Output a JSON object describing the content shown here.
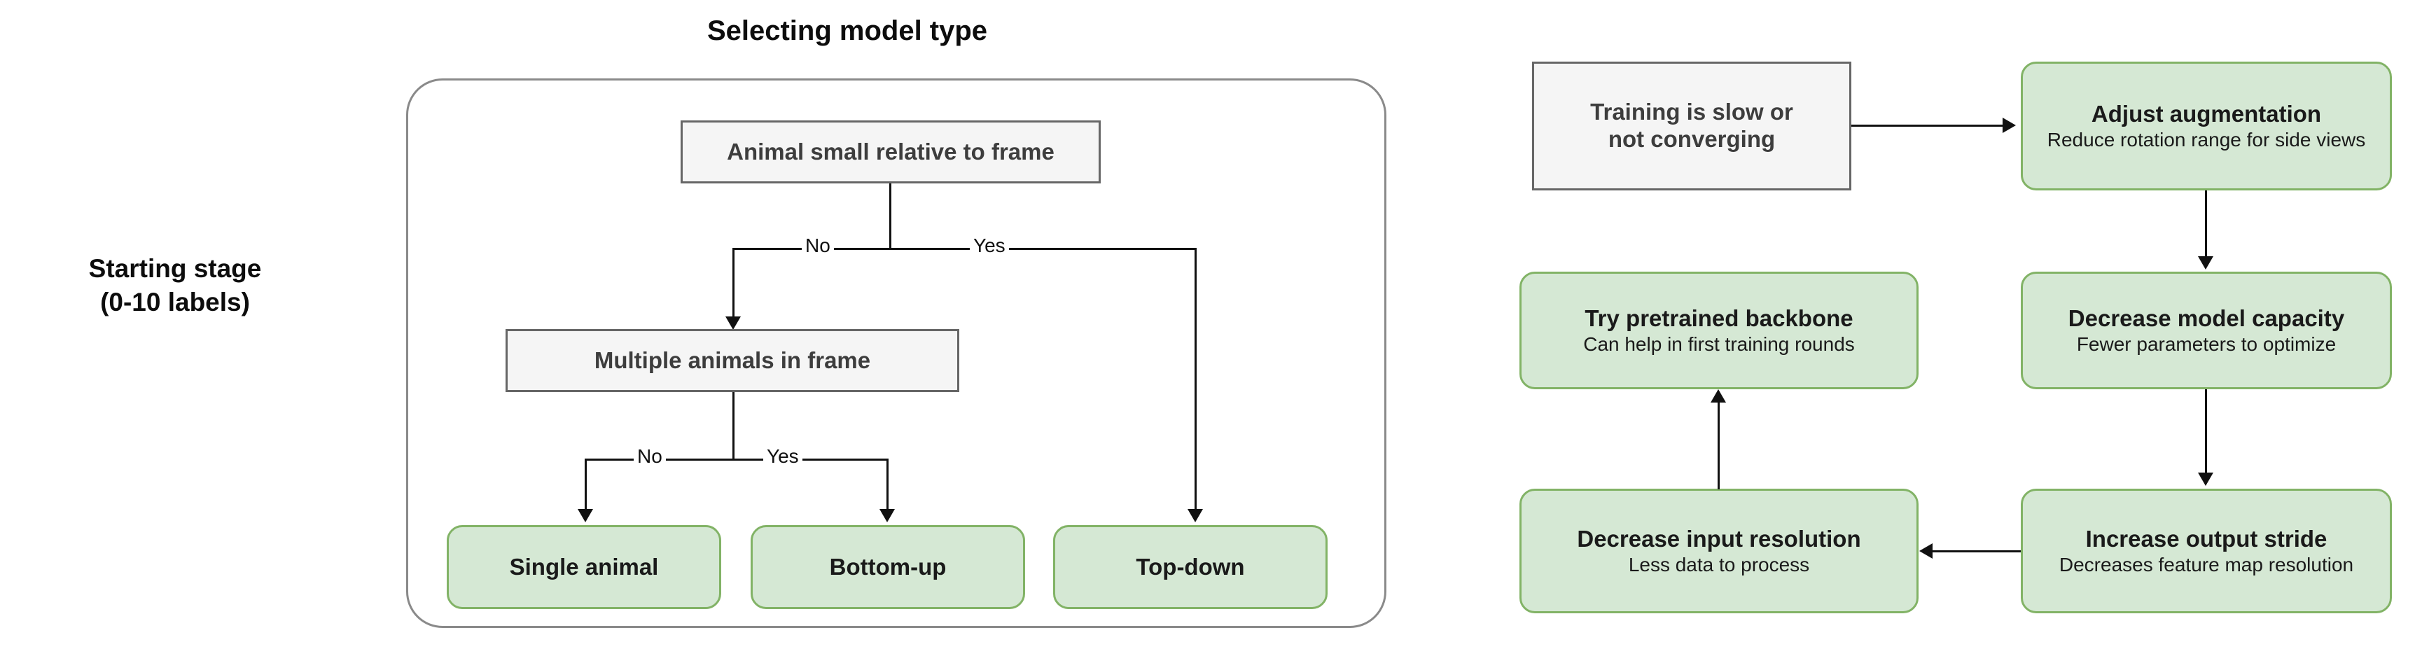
{
  "left_flow": {
    "title": "Selecting model type",
    "stage_label_line1": "Starting stage",
    "stage_label_line2": "(0-10 labels)",
    "decisions": [
      {
        "id": "animal-small",
        "text": "Animal small relative to frame"
      },
      {
        "id": "multiple-animals",
        "text": "Multiple animals in frame"
      }
    ],
    "edge_labels": {
      "d1_no": "No",
      "d1_yes": "Yes",
      "d2_no": "No",
      "d2_yes": "Yes"
    },
    "outcomes": [
      {
        "id": "single-animal",
        "text": "Single animal"
      },
      {
        "id": "bottom-up",
        "text": "Bottom-up"
      },
      {
        "id": "top-down",
        "text": "Top-down"
      }
    ]
  },
  "right_flow": {
    "problem": {
      "id": "training-slow",
      "line1": "Training is slow or",
      "line2": "not converging"
    },
    "steps": [
      {
        "id": "adjust-augmentation",
        "title": "Adjust augmentation",
        "subtitle": "Reduce rotation range for side views"
      },
      {
        "id": "decrease-model-capacity",
        "title": "Decrease model capacity",
        "subtitle": "Fewer parameters to optimize"
      },
      {
        "id": "increase-output-stride",
        "title": "Increase output stride",
        "subtitle": "Decreases feature map resolution"
      },
      {
        "id": "decrease-input-resolution",
        "title": "Decrease input resolution",
        "subtitle": "Less data to process"
      },
      {
        "id": "try-pretrained-backbone",
        "title": "Try pretrained backbone",
        "subtitle": "Can help in first training rounds"
      }
    ]
  },
  "colors": {
    "green_fill": "#d5e8d4",
    "green_stroke": "#82b366",
    "grey_fill": "#f5f5f5",
    "grey_stroke": "#666666",
    "panel_stroke": "#8a8a8a",
    "line": "#111111",
    "text": "#1a1a1a"
  }
}
